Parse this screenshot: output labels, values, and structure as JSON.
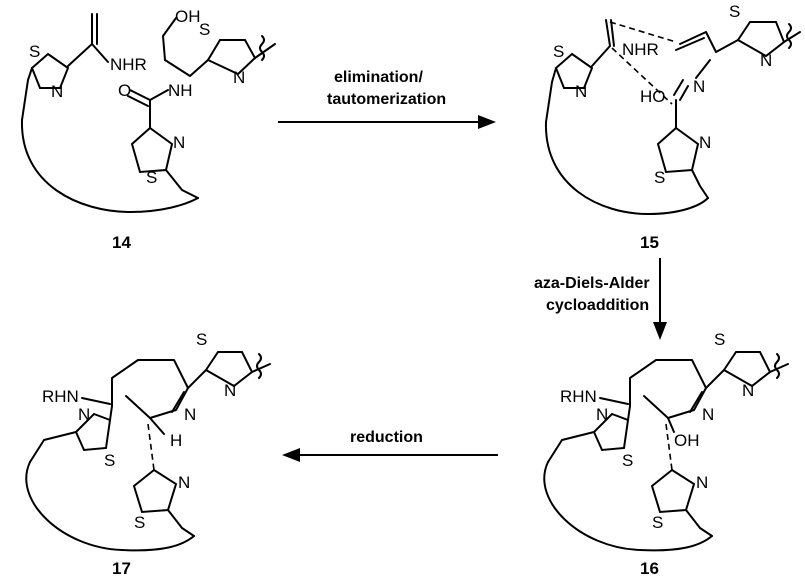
{
  "compounds": [
    {
      "id": "14",
      "label": "14"
    },
    {
      "id": "15",
      "label": "15"
    },
    {
      "id": "16",
      "label": "16"
    },
    {
      "id": "17",
      "label": "17"
    }
  ],
  "steps": [
    {
      "from": "14",
      "to": "15",
      "line1": "elimination/",
      "line2": "tautomerization"
    },
    {
      "from": "15",
      "to": "16",
      "line1": "aza-Diels-Alder",
      "line2": "cycloaddition"
    },
    {
      "from": "16",
      "to": "17",
      "line1": "reduction",
      "line2": ""
    }
  ],
  "atoms": {
    "S": "S",
    "N": "N",
    "NHR": "NHR",
    "RHN": "RHN",
    "OH": "OH",
    "HO": "HO",
    "O": "O",
    "NH": "NH",
    "H": "H"
  }
}
